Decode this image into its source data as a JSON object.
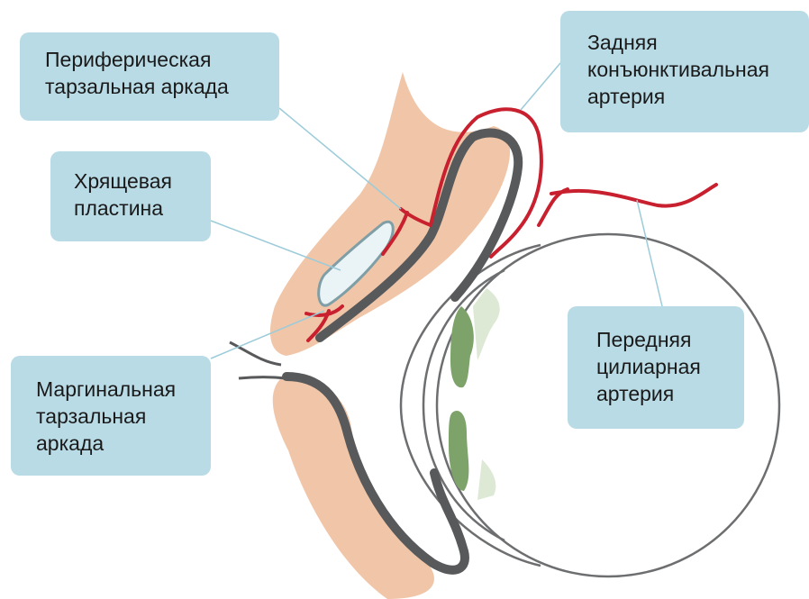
{
  "labels": {
    "peripheral_arcade": [
      "Периферическая",
      "тарзальная аркада"
    ],
    "tarsal_plate": [
      "Хрящевая",
      "пластина"
    ],
    "posterior_conjunctival_artery": [
      "Задняя",
      "конъюнктивальная",
      "артерия"
    ],
    "anterior_ciliary_artery": [
      "Передняя",
      "цилиарная",
      "артерия"
    ],
    "marginal_arcade": [
      "Маргинальная",
      "тарзальная",
      "аркада"
    ]
  },
  "colors": {
    "label_box": "#b9dbe6",
    "leader_line": "#9ccbd9",
    "eyelid_skin": "#f1c6a8",
    "artery": "#c8202e",
    "conjunctiva": "#58595b",
    "eyeball_outline": "#6d6e70",
    "ciliary_body": "#7da36a",
    "tarsal_plate": "#eaf4f6"
  }
}
